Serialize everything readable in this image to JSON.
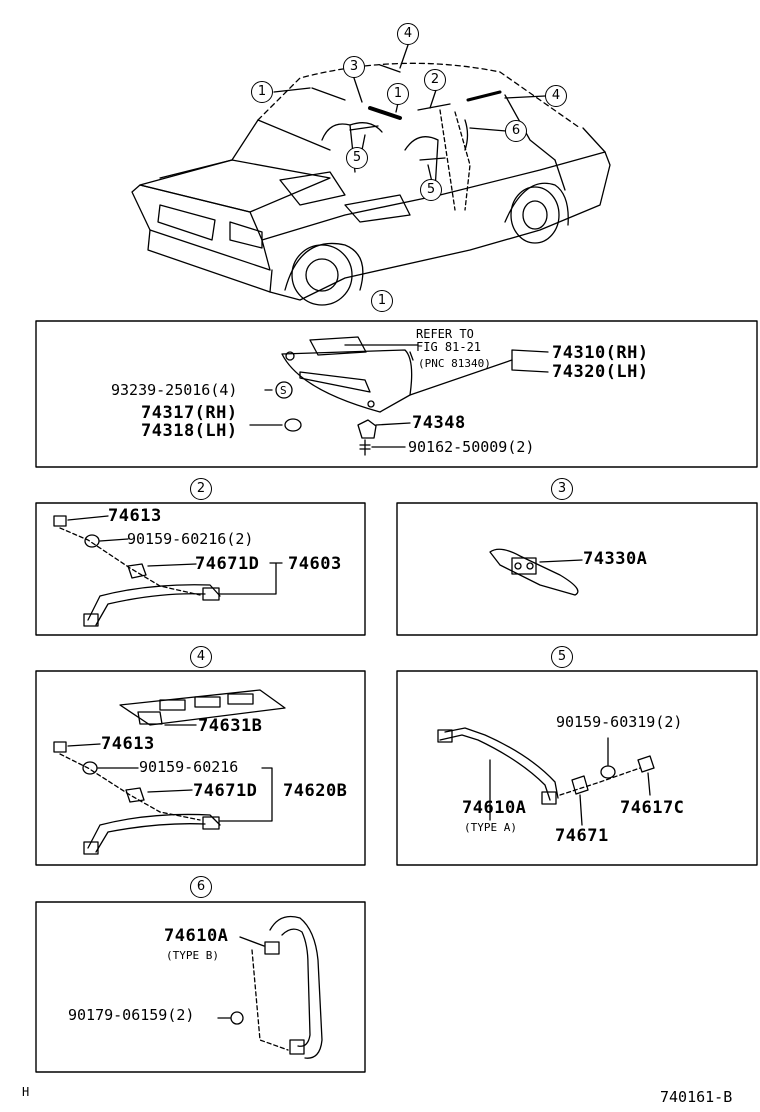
{
  "callouts": {
    "c1": "1",
    "c2": "2",
    "c3": "3",
    "c4": "4",
    "c5": "5",
    "c6": "6"
  },
  "car_callouts": [
    "1",
    "3",
    "1",
    "2",
    "4",
    "4",
    "6",
    "5",
    "5"
  ],
  "sections": {
    "s1": {
      "num": "1",
      "refer_line1": "REFER TO",
      "refer_line2": "FIG 81-21",
      "refer_line3": "(PNC 81340)",
      "p_74310": "74310(RH)",
      "p_74320": "74320(LH)",
      "p_93239": "93239-25016(4)",
      "screw_symbol": "S",
      "p_74317": "74317(RH)",
      "p_74318": "74318(LH)",
      "p_74348": "74348",
      "p_90162": "90162-50009(2)"
    },
    "s2": {
      "num": "2",
      "p_74613": "74613",
      "p_90159": "90159-60216(2)",
      "p_74671D": "74671D",
      "p_74603": "74603"
    },
    "s3": {
      "num": "3",
      "p_74330A": "74330A"
    },
    "s4": {
      "num": "4",
      "p_74631B": "74631B",
      "p_74613": "74613",
      "p_90159": "90159-60216",
      "p_74671D": "74671D",
      "p_74620B": "74620B"
    },
    "s5": {
      "num": "5",
      "p_90159": "90159-60319(2)",
      "p_74610A": "74610A",
      "type": "(TYPE A)",
      "p_74617C": "74617C",
      "p_74671": "74671"
    },
    "s6": {
      "num": "6",
      "p_74610A": "74610A",
      "type": "(TYPE B)",
      "p_90179": "90179-06159(2)"
    }
  },
  "footer": {
    "left_mark": "H",
    "fig_code": "740161-B"
  }
}
